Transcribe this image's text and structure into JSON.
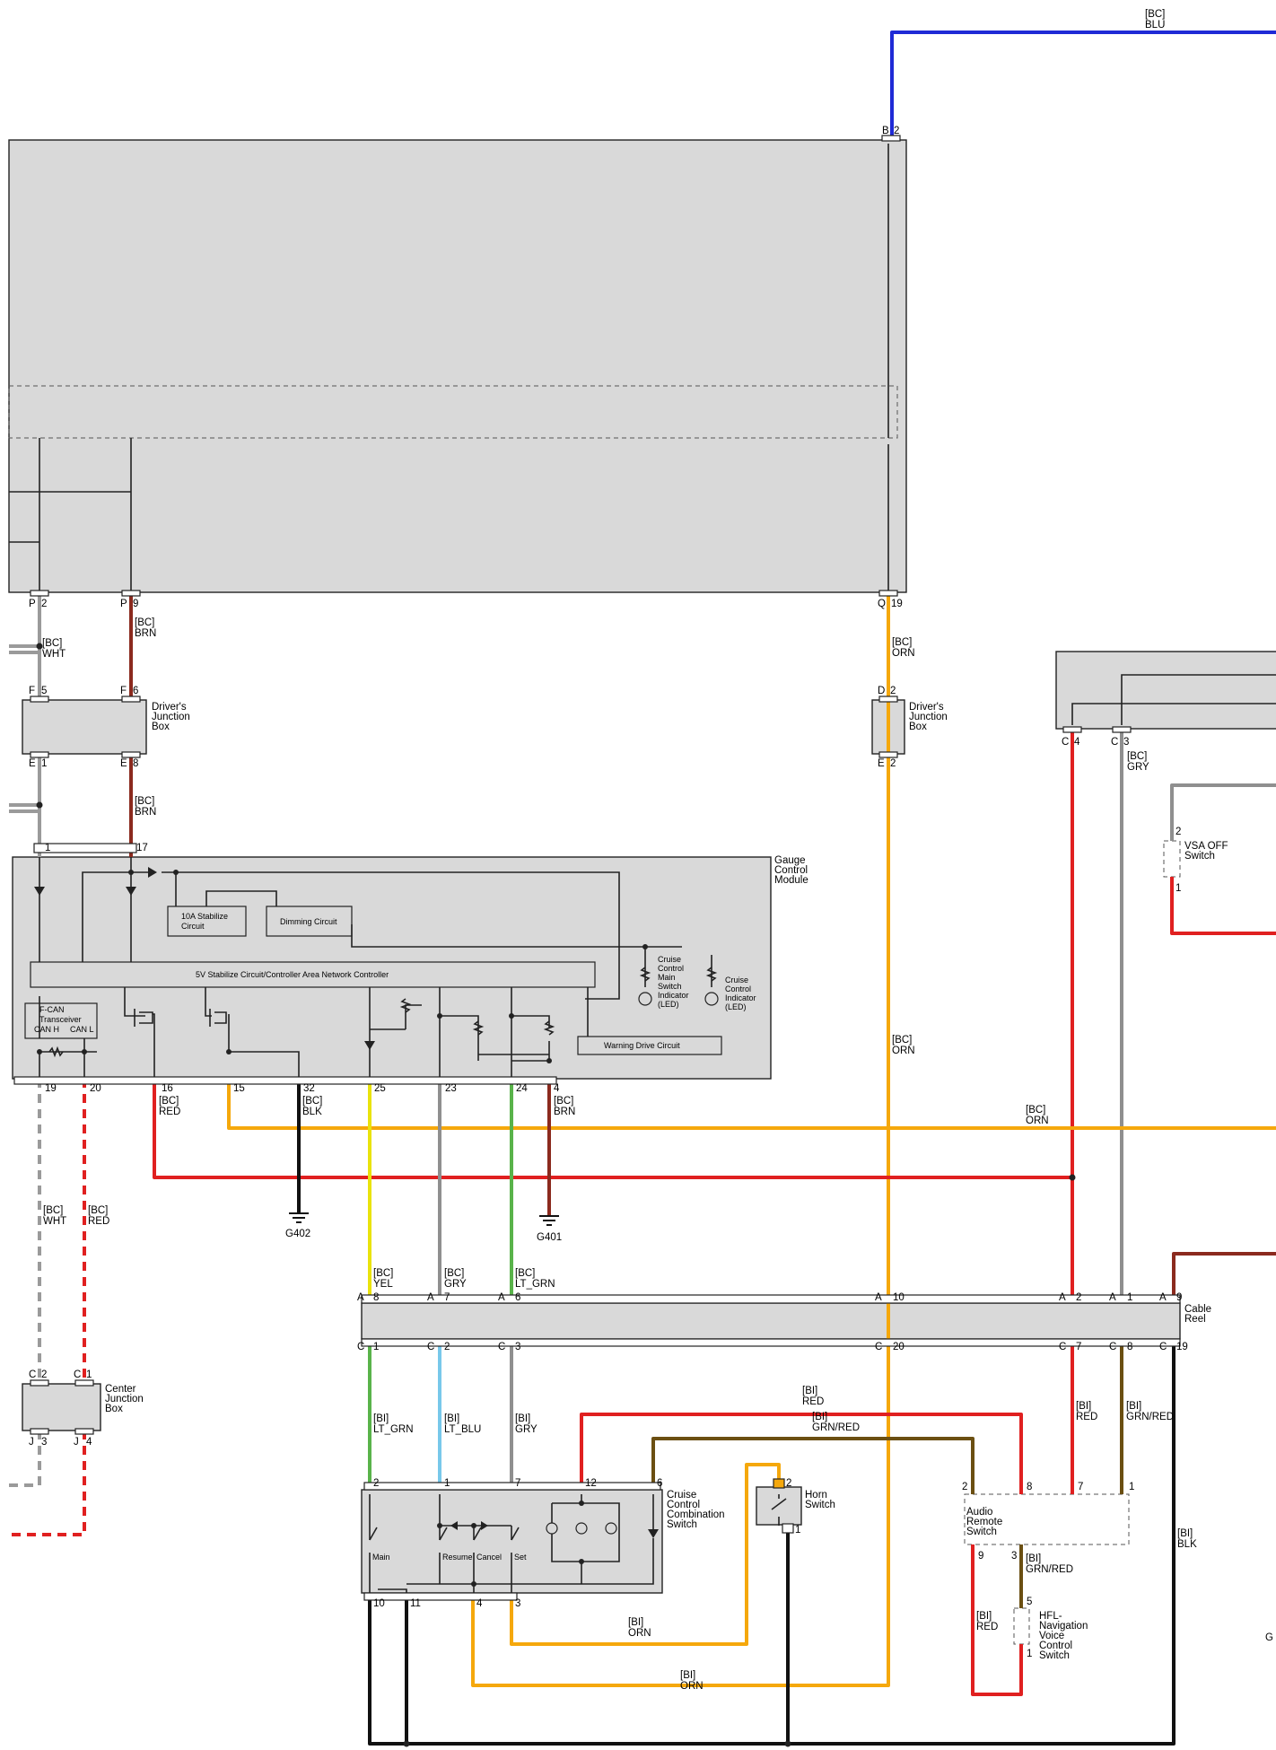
{
  "colors": {
    "BLU": "#1f2ad6",
    "BRN": "#8b2a1e",
    "RED": "#e02020",
    "ORN": "#f5a80c",
    "WHT": "#9a9a9a",
    "BLK": "#111111",
    "YEL": "#e9e30c",
    "GRY": "#8f8f8f",
    "LT_GRN": "#59b34a",
    "LT_BLU": "#78c8ea",
    "GRN_RED": "#6b4f12",
    "box": "#d9d9d9"
  },
  "wire_labels": {
    "top_blu": [
      "[BC]",
      "BLU"
    ],
    "p9_brn": [
      "[BC]",
      "BRN"
    ],
    "p2_wht": [
      "[BC]",
      "WHT"
    ],
    "e8_brn": [
      "[BC]",
      "BRN"
    ],
    "q19_orn": [
      "[BC]",
      "ORN"
    ],
    "c3_gry": [
      "[BC]",
      "GRY"
    ],
    "orn_mid": [
      "[BC]",
      "ORN"
    ],
    "gcm16_red": [
      "[BC]",
      "RED"
    ],
    "gcm32_blk": [
      "[BC]",
      "BLK"
    ],
    "gcm4_brn": [
      "[BC]",
      "BRN"
    ],
    "orn_horiz": [
      "[BC]",
      "ORN"
    ],
    "can_wht": [
      "[BC]",
      "WHT"
    ],
    "can_red": [
      "[BC]",
      "RED"
    ],
    "a8_yel": [
      "[BC]",
      "YEL"
    ],
    "a7_gry": [
      "[BC]",
      "GRY"
    ],
    "a6_ltgrn": [
      "[BC]",
      "LT_GRN"
    ],
    "c1_ltgrn": [
      "[BI]",
      "LT_GRN"
    ],
    "c2_ltblu": [
      "[BI]",
      "LT_BLU"
    ],
    "c3_gry_bi": [
      "[BI]",
      "GRY"
    ],
    "red_top_bi": [
      "[BI]",
      "RED"
    ],
    "grnred_top_bi": [
      "[BI]",
      "GRN/RED"
    ],
    "c7_red_bi": [
      "[BI]",
      "RED"
    ],
    "c8_grnred_bi": [
      "[BI]",
      "GRN/RED"
    ],
    "blk_bi": [
      "[BI]",
      "BLK"
    ],
    "grnred_hfl": [
      "[BI]",
      "GRN/RED"
    ],
    "red_hfl": [
      "[BI]",
      "RED"
    ],
    "orn_horn": [
      "[BI]",
      "ORN"
    ],
    "orn_bottom": [
      "[BI]",
      "ORN"
    ]
  },
  "components": {
    "gcm": [
      "Gauge",
      "Control",
      "Module"
    ],
    "djb_left": [
      "Driver's",
      "Junction",
      "Box"
    ],
    "djb_right": [
      "Driver's",
      "Junction",
      "Box"
    ],
    "cjb": [
      "Center",
      "Junction",
      "Box"
    ],
    "cable_reel": [
      "Cable",
      "Reel"
    ],
    "vsa": [
      "VSA OFF",
      "Switch"
    ],
    "cruise": [
      "Cruise",
      "Control",
      "Combination",
      "Switch"
    ],
    "horn": [
      "Horn",
      "Switch"
    ],
    "audio": [
      "Audio",
      "Remote",
      "Switch"
    ],
    "hfl": [
      "HFL-",
      "Navigation",
      "Voice",
      "Control",
      "Switch"
    ]
  },
  "internal": {
    "stabilize10a": [
      "10A Stabilize",
      "Circuit"
    ],
    "dimming": "Dimming Circuit",
    "can_controller": "5V Stabilize Circuit/Controller Area Network Controller",
    "fcan": [
      "F-CAN",
      "Transceiver"
    ],
    "can_h": "CAN H",
    "can_l": "CAN L",
    "warning": "Warning Drive Circuit",
    "main_led": [
      "Cruise",
      "Control",
      "Main",
      "Switch",
      "Indicator",
      "(LED)"
    ],
    "cc_led": [
      "Cruise",
      "Control",
      "Indicator",
      "(LED)"
    ],
    "sw_main": "Main",
    "sw_resume": "Resume",
    "sw_cancel": "Cancel",
    "sw_set": "Set"
  },
  "grounds": {
    "g402": "G402",
    "g401": "G401",
    "g_edge": "G"
  },
  "connectors": {
    "b2": [
      "B",
      "2"
    ],
    "p2": [
      "P",
      "2"
    ],
    "p9": [
      "P",
      "9"
    ],
    "q19": [
      "Q",
      "19"
    ],
    "f5": [
      "F",
      "5"
    ],
    "f6": [
      "F",
      "6"
    ],
    "e1": [
      "E",
      "1"
    ],
    "e8": [
      "E",
      "8"
    ],
    "d2": [
      "D",
      "2"
    ],
    "e2": [
      "E",
      "2"
    ],
    "c4": [
      "C",
      "4"
    ],
    "c3": [
      "C",
      "3"
    ],
    "vsa2": "2",
    "vsa1": "1",
    "gcm1": "1",
    "gcm17": "17",
    "gcm_bottom": [
      "19",
      "20",
      "16",
      "15",
      "32",
      "25",
      "23",
      "24",
      "4"
    ],
    "cr_a8": [
      "A",
      "8"
    ],
    "cr_a7": [
      "A",
      "7"
    ],
    "cr_a6": [
      "A",
      "6"
    ],
    "cr_a10": [
      "A",
      "10"
    ],
    "cr_a2": [
      "A",
      "2"
    ],
    "cr_a1": [
      "A",
      "1"
    ],
    "cr_a9": [
      "A",
      "9"
    ],
    "cr_c1": [
      "C",
      "1"
    ],
    "cr_c2": [
      "C",
      "2"
    ],
    "cr_c3": [
      "C",
      "3"
    ],
    "cr_c20": [
      "C",
      "20"
    ],
    "cr_c7": [
      "C",
      "7"
    ],
    "cr_c8": [
      "C",
      "8"
    ],
    "cr_c19": [
      "C",
      "19"
    ],
    "cjb_c2": [
      "C",
      "2"
    ],
    "cjb_c1": [
      "C",
      "1"
    ],
    "cjb_j3": [
      "J",
      "3"
    ],
    "cjb_j4": [
      "J",
      "4"
    ],
    "ccs_top": [
      "2",
      "1",
      "7",
      "12",
      "6"
    ],
    "ccs_bottom": [
      "10",
      "11",
      "4",
      "3"
    ],
    "horn2": "2",
    "horn1": "1",
    "ars_top": [
      "2",
      "8",
      "7",
      "1"
    ],
    "ars9": "9",
    "ars3": "3",
    "hfl5": "5",
    "hfl1": "1"
  }
}
